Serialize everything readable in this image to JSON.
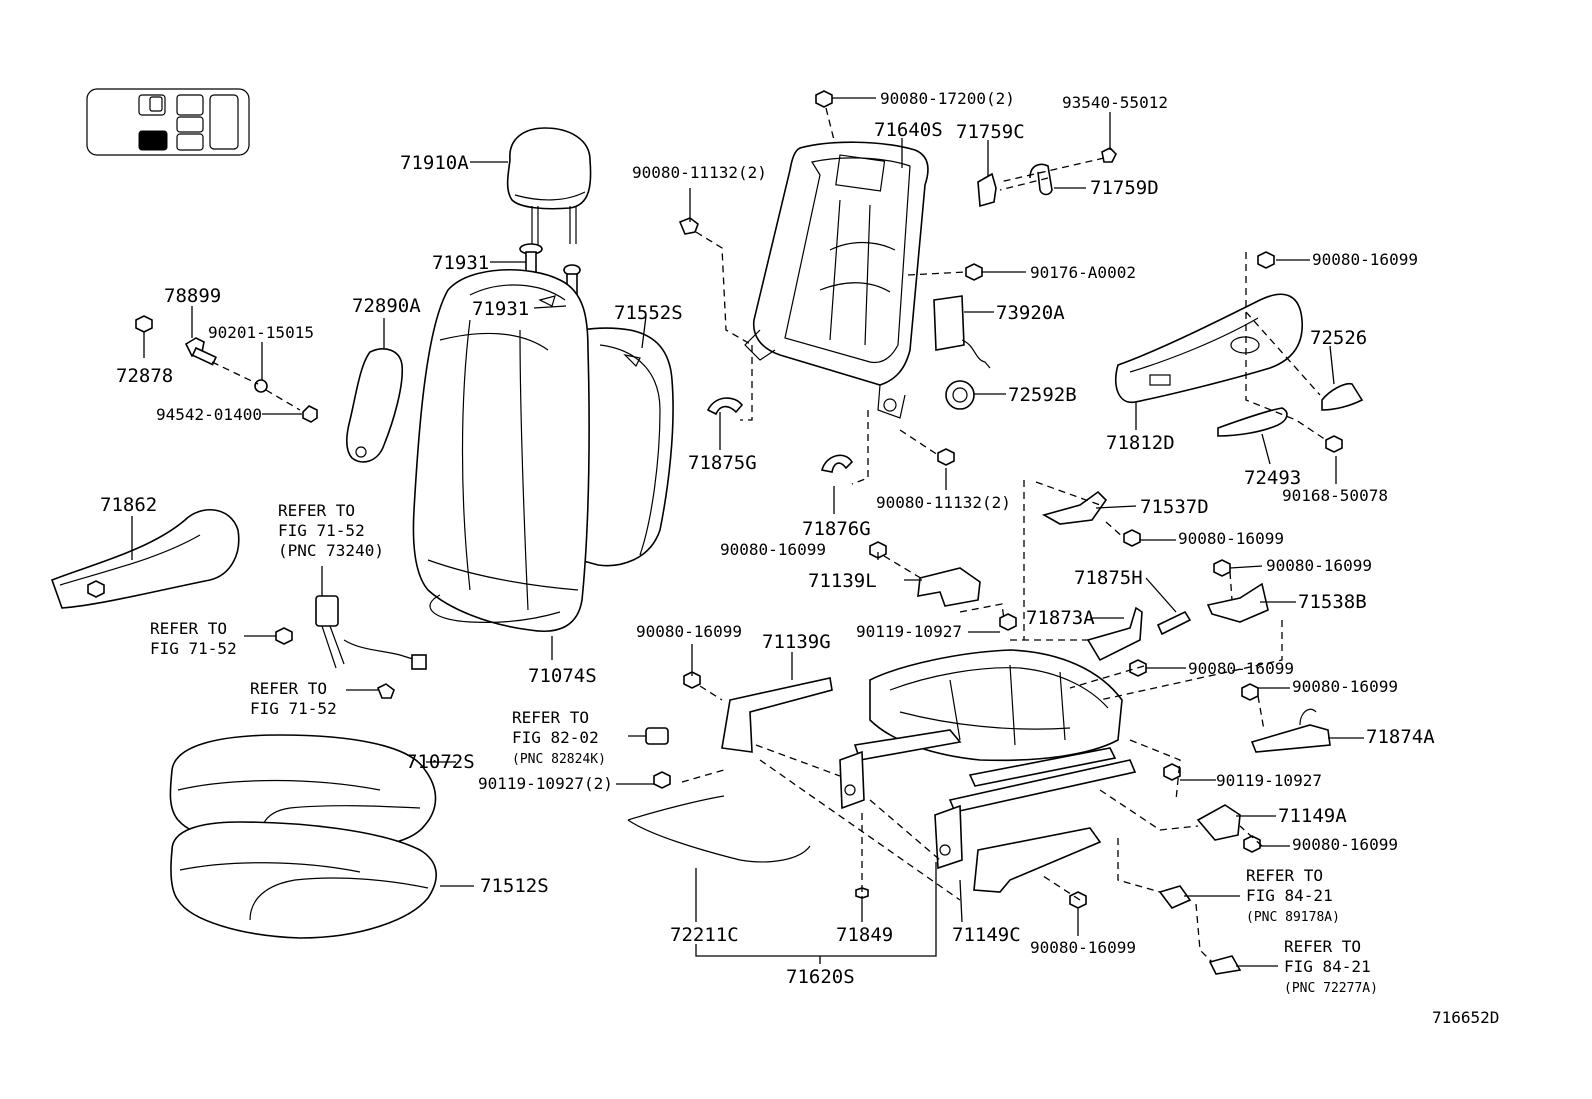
{
  "diagram_id": "716652D",
  "labels": {
    "p71910A": "71910A",
    "p71931a": "71931",
    "p71931b": "71931",
    "p78899": "78899",
    "p90201": "90201-15015",
    "p72878": "72878",
    "p94542": "94542-01400",
    "p72890A": "72890A",
    "p71552S": "71552S",
    "p90080_17200": "90080-17200(2)",
    "p93540": "93540-55012",
    "p71640S": "71640S",
    "p71759C": "71759C",
    "p90080_11132a": "90080-11132(2)",
    "p71759D": "71759D",
    "p90176": "90176-A0002",
    "p73920A": "73920A",
    "p72592B": "72592B",
    "p90080_16099_tr": "90080-16099",
    "p72526": "72526",
    "p71812D": "71812D",
    "p72493": "72493",
    "p90168": "90168-50078",
    "p71875G": "71875G",
    "p90080_11132b": "90080-11132(2)",
    "p71876G": "71876G",
    "p71537D": "71537D",
    "p90080_16099_a": "90080-16099",
    "p90080_16099_b": "90080-16099",
    "p71139L": "71139L",
    "p90080_16099_c": "90080-16099",
    "p71875H": "71875H",
    "p71538B": "71538B",
    "p71862": "71862",
    "ref1_l1": "REFER TO",
    "ref1_l2": "FIG 71-52",
    "ref1_l3": "(PNC 73240)",
    "ref2_l1": "REFER TO",
    "ref2_l2": "FIG 71-52",
    "ref3_l1": "REFER TO",
    "ref3_l2": "FIG 71-52",
    "p71074S": "71074S",
    "p90080_16099_d": "90080-16099",
    "p71139G": "71139G",
    "p90119_10927": "90119-10927",
    "p71873A": "71873A",
    "p90080_16099_e": "90080-16099",
    "p90080_16099_f": "90080-16099",
    "p71874A": "71874A",
    "ref4_l1": "REFER TO",
    "ref4_l2": "FIG 82-02",
    "ref4_l3": "(PNC 82824K)",
    "p90119_10927_2": "90119-10927(2)",
    "p90119_10927_b": "90119-10927",
    "p71149A": "71149A",
    "p90080_16099_g": "90080-16099",
    "p71072S": "71072S",
    "p71512S": "71512S",
    "ref5_l1": "REFER TO",
    "ref5_l2": "FIG 84-21",
    "ref5_l3": "(PNC 89178A)",
    "p72211C": "72211C",
    "p71849": "71849",
    "p71149C": "71149C",
    "p90080_16099_h": "90080-16099",
    "p71620S": "71620S",
    "ref6_l1": "REFER TO",
    "ref6_l2": "FIG 84-21",
    "ref6_l3": "(PNC 72277A)"
  }
}
